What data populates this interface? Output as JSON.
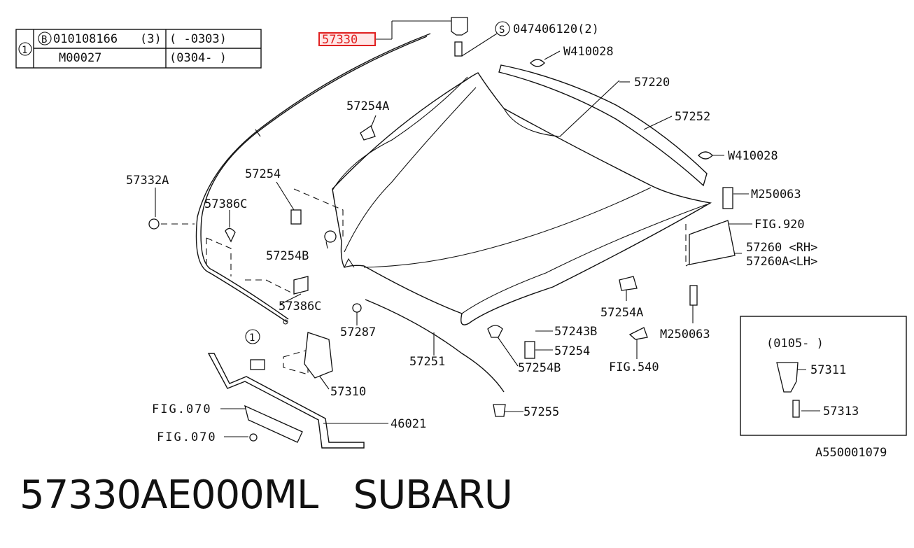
{
  "supersession_table": {
    "row1": {
      "circle": "1",
      "prefix": "B",
      "part": "010108166",
      "qty": "(3)",
      "range": "(    -0303)"
    },
    "row2": {
      "part": "M00027",
      "range": "(0304-    )"
    }
  },
  "callouts": {
    "c57330": "57330",
    "c047406120": "047406120(2)",
    "c047406120_prefix": "S",
    "cW410028_top": "W410028",
    "c57220": "57220",
    "c57252": "57252",
    "cW410028_right": "W410028",
    "cM250063_top": "M250063",
    "cFIG920": "FIG.920",
    "c57260": "57260 <RH>",
    "c57260A": "57260A<LH>",
    "c57254A_top": "57254A",
    "c57254_left": "57254",
    "c57332A": "57332A",
    "c57386C_top": "57386C",
    "c57254B_left": "57254B",
    "c57386C_bottom": "57386C",
    "c57287": "57287",
    "c57254A_bottom": "57254A",
    "c57243B": "57243B",
    "cM250063_bottom": "M250063",
    "c57254_bottom": "57254",
    "cFIG540": "FIG.540",
    "c57254B_bottom": "57254B",
    "c57251": "57251",
    "c57310": "57310",
    "c57255": "57255",
    "cFIG070_a": "FIG.070",
    "cFIG070_b": "FIG.070",
    "c46021": "46021",
    "c1_marker": "1"
  },
  "inset": {
    "range": "(0105-       )",
    "c57311": "57311",
    "c57313": "57313"
  },
  "drawing_id": "A550001079",
  "caption": "57330AE000ML   SUBARU",
  "colors": {
    "highlight_border": "#e02020",
    "highlight_fill": "#ffe6e6",
    "ink": "#111111"
  }
}
